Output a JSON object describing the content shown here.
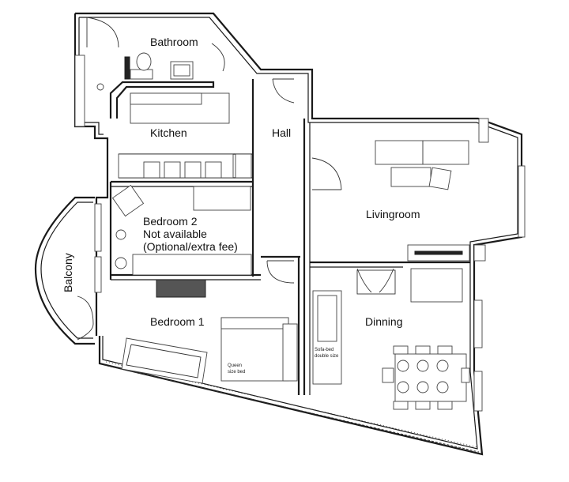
{
  "rooms": {
    "bathroom": "Bathroom",
    "kitchen": "Kitchen",
    "hall": "Hall",
    "livingroom": "Livingroom",
    "bedroom2_line1": "Bedroom 2",
    "bedroom2_line2": "Not available",
    "bedroom2_line3": "(Optional/extra fee)",
    "balcony": "Balcony",
    "bedroom1": "Bedroom 1",
    "dinning": "Dinning"
  },
  "notes": {
    "queen_line1": "Queen",
    "queen_line2": "size bed",
    "sofa_line1": "Sofa-bed",
    "sofa_line2": "double size"
  }
}
